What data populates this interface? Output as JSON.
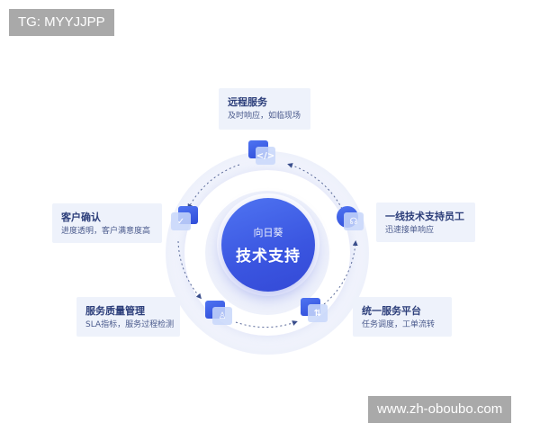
{
  "watermarks": {
    "top_left": "TG: MYYJJPP",
    "bottom_right": "www.zh-oboubo.com"
  },
  "center": {
    "subtitle": "向日葵",
    "title": "技术支持",
    "color": "#3d5ae3"
  },
  "nodes": [
    {
      "id": "remote",
      "title": "远程服务",
      "desc": "及时响应，如临现场",
      "icon": "code-icon",
      "glyph": "</>"
    },
    {
      "id": "frontline",
      "title": "一线技术支持员工",
      "desc": "迅速接单响应",
      "icon": "support-agent-icon",
      "glyph": "☊"
    },
    {
      "id": "platform",
      "title": "统一服务平台",
      "desc": "任务调度，工单流转",
      "icon": "flow-icon",
      "glyph": "⇅"
    },
    {
      "id": "quality",
      "title": "服务质量管理",
      "desc": "SLA指标，服务过程检测",
      "icon": "user-icon",
      "glyph": "♙"
    },
    {
      "id": "confirm",
      "title": "客户确认",
      "desc": "进度透明，客户满意度高",
      "icon": "check-icon",
      "glyph": "✓"
    }
  ]
}
